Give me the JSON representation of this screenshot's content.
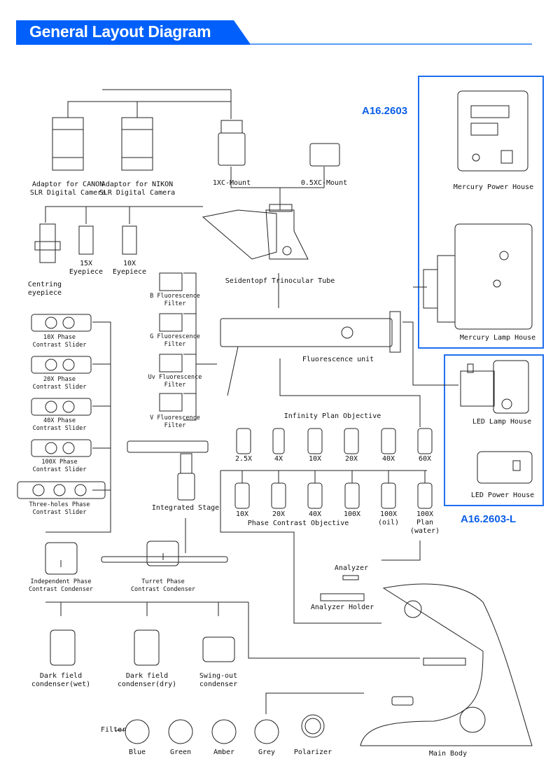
{
  "title": "General Layout Diagram",
  "colors": {
    "accent": "#0160fb",
    "model_code": "#0a5ee6",
    "frame": "#1f6ff0"
  },
  "models": {
    "mercury": "A16.2603",
    "led": "A16.2603-L"
  },
  "parts": {
    "adaptor_canon": [
      "Adaptor for CANON",
      "SLR Digital Camera"
    ],
    "adaptor_nikon": [
      "Adaptor for NIKON",
      "SLR Digital Camera"
    ],
    "mount_1x": "1XC-Mount",
    "mount_05x": "0.5XC-Mount",
    "mercury_power": "Mercury Power House",
    "mercury_lamp": "Mercury Lamp House",
    "led_lamp": "LED Lamp House",
    "led_power": "LED Power House",
    "centring": [
      "Centring",
      "eyepiece"
    ],
    "eyepiece_15": [
      "15X",
      "Eyepiece"
    ],
    "eyepiece_10": [
      "10X",
      "Eyepiece"
    ],
    "trinocular": "Seidentopf Trinocular Tube",
    "filters": [
      [
        "B Fluorescence",
        "Filter"
      ],
      [
        "G Fluorescence",
        "Filter"
      ],
      [
        "Uv Fluorescence",
        "Filter"
      ],
      [
        "V Fluorescence",
        "Filter"
      ]
    ],
    "fluorescence_unit": "Fluorescence unit",
    "sliders": [
      [
        "10X Phase",
        "Contrast Slider"
      ],
      [
        "20X Phase",
        "Contrast Slider"
      ],
      [
        "40X Phase",
        "Contrast Slider"
      ],
      [
        "100X Phase",
        "Contrast Slider"
      ],
      [
        "Three-holes Phase",
        "Contrast Slider"
      ]
    ],
    "infinity_title": "Infinity Plan Objective",
    "infinity": [
      "2.5X",
      "4X",
      "10X",
      "20X",
      "40X",
      "60X"
    ],
    "phase_title": "Phase Contrast Objective",
    "phase": [
      [
        "10X"
      ],
      [
        "20X"
      ],
      [
        "40X"
      ],
      [
        "100X"
      ],
      [
        "100X",
        "(oil)"
      ],
      [
        "100X",
        "Plan",
        "(water)"
      ]
    ],
    "stage": "Integrated Stage",
    "indep_condenser": [
      "Independent Phase",
      "Contrast Condenser"
    ],
    "turret_condenser": [
      "Turret Phase",
      "Contrast Condenser"
    ],
    "analyzer": "Analyzer",
    "analyzer_holder": "Analyzer Holder",
    "dark_wet": [
      "Dark field",
      "condenser(wet)"
    ],
    "dark_dry": [
      "Dark field",
      "condenser(dry)"
    ],
    "swing": [
      "Swing-out",
      "condenser"
    ],
    "filter_label": "Filter",
    "color_filters": [
      "Blue",
      "Green",
      "Amber",
      "Grey"
    ],
    "polarizer": "Polarizer",
    "main_body": "Main Body"
  }
}
